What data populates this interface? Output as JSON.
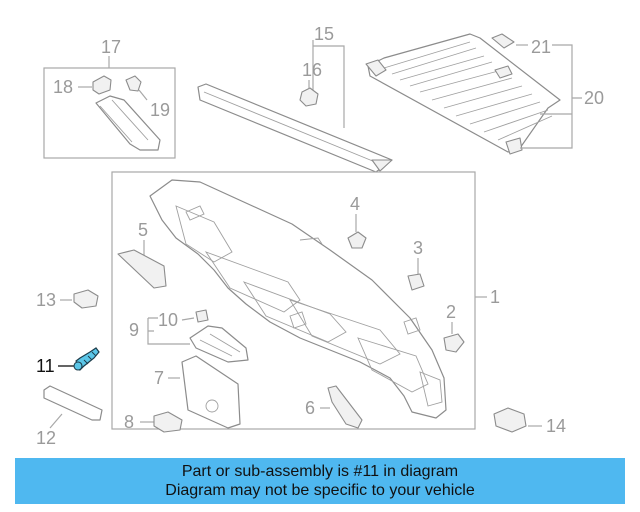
{
  "callouts": {
    "c1": "1",
    "c2": "2",
    "c3": "3",
    "c4": "4",
    "c5": "5",
    "c6": "6",
    "c7": "7",
    "c8": "8",
    "c9": "9",
    "c10": "10",
    "c11": "11",
    "c12": "12",
    "c13": "13",
    "c14": "14",
    "c15": "15",
    "c16": "16",
    "c17": "17",
    "c18": "18",
    "c19": "19",
    "c20": "20",
    "c21": "21"
  },
  "highlighted_part": "11",
  "colors": {
    "banner": "#4fb8f0",
    "highlight_part": "#5bc6e8",
    "line": "#a8a8a8"
  },
  "banner": {
    "line1": "Part or sub-assembly is #11 in diagram",
    "line2": "Diagram may not be specific to your vehicle"
  }
}
